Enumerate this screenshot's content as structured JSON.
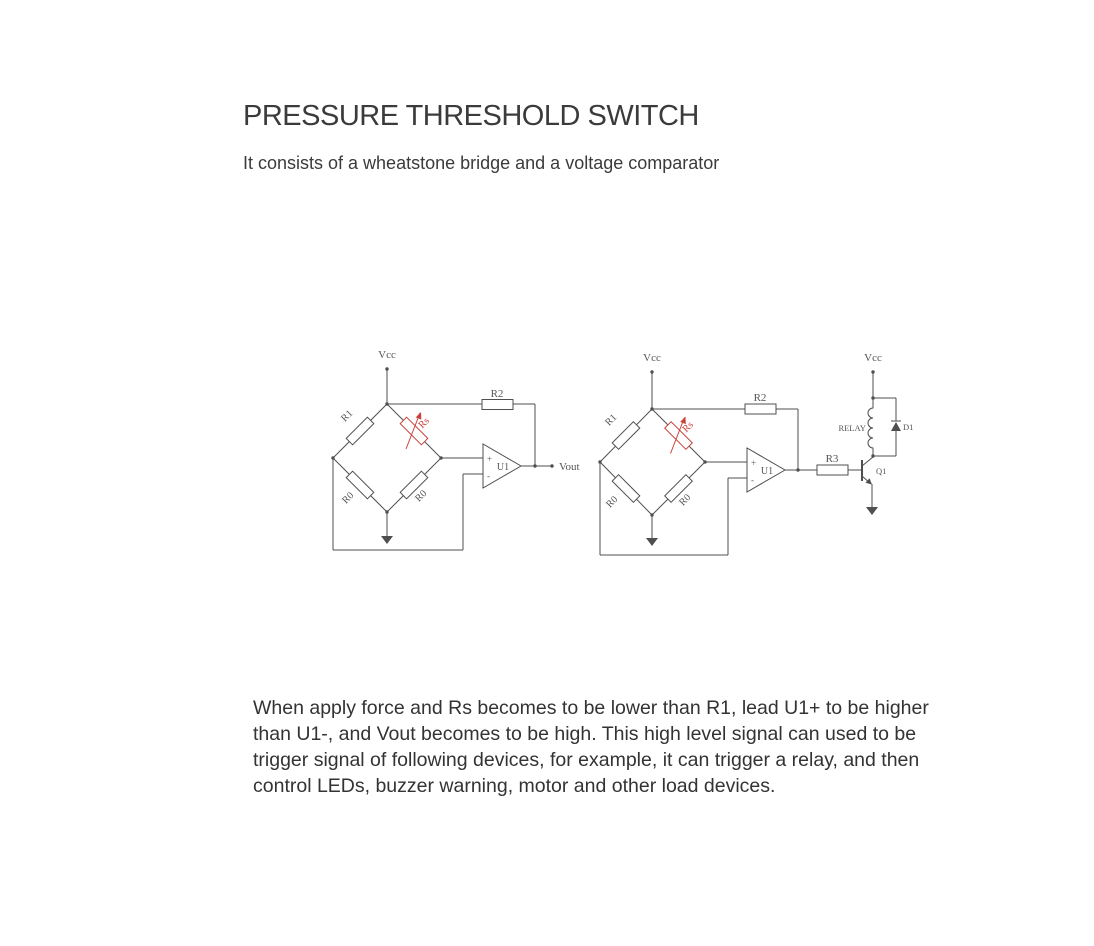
{
  "title": "PRESSURE THRESHOLD SWITCH",
  "subtitle": "It consists of a wheatstone bridge and a voltage comparator",
  "description": {
    "lines": [
      "When apply force and Rs becomes to be lower than R1, lead U1+ to be higher",
      "than U1-, and Vout becomes to be high. This high level signal can used to be",
      "trigger signal of following devices, for example, it can trigger a relay, and then",
      "control LEDs, buzzer warning, motor and other load devices."
    ]
  },
  "colors": {
    "wire": "#4f4f4f",
    "sensor": "#c9413a",
    "heading": "#3b3b3b",
    "body": "#333333",
    "label": "#555555"
  },
  "circuits": {
    "left": {
      "labels": {
        "vcc": "Vcc",
        "r1": "R1",
        "rs": "Rs",
        "r0a": "R0",
        "r0b": "R0",
        "r2": "R2",
        "u1": "U1",
        "plus": "+",
        "minus": "-",
        "vout": "Vout"
      }
    },
    "right": {
      "labels": {
        "vcc": "Vcc",
        "r1": "R1",
        "rs": "Rs",
        "r0a": "R0",
        "r0b": "R0",
        "r2": "R2",
        "u1": "U1",
        "plus": "+",
        "minus": "-",
        "r3": "R3",
        "vcc_relay": "Vcc",
        "relay": "RELAY",
        "d1": "D1",
        "q1": "Q1"
      }
    }
  }
}
